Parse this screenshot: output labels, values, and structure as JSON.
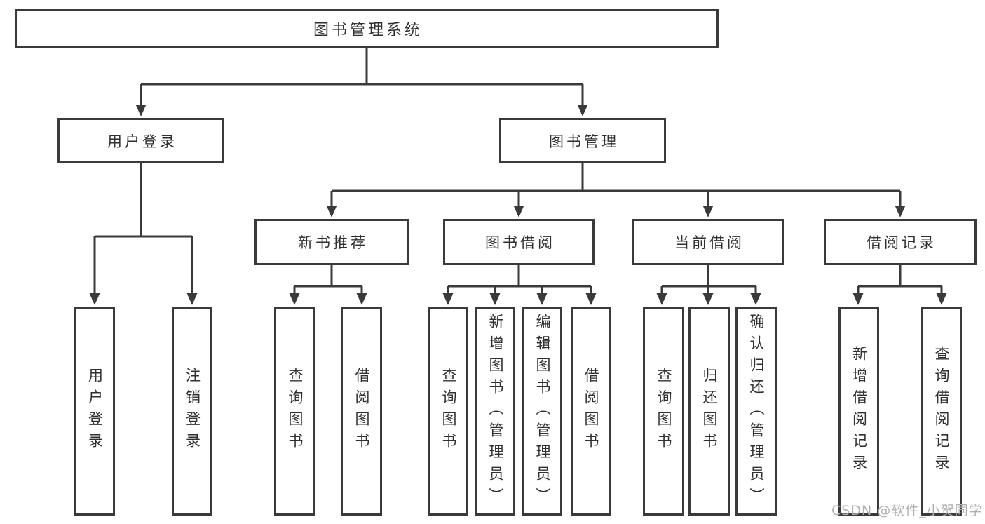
{
  "root": {
    "label": "图书管理系统",
    "children": [
      {
        "label": "用户登录",
        "children": [
          {
            "label": "用户登录"
          },
          {
            "label": "注销登录"
          }
        ]
      },
      {
        "label": "图书管理",
        "children": [
          {
            "label": "新书推荐",
            "children": [
              {
                "label": "查询图书"
              },
              {
                "label": "借阅图书"
              }
            ]
          },
          {
            "label": "图书借阅",
            "children": [
              {
                "label": "查询图书"
              },
              {
                "label": "新增图书（管理员）"
              },
              {
                "label": "编辑图书（管理员）"
              },
              {
                "label": "借阅图书"
              }
            ]
          },
          {
            "label": "当前借阅",
            "children": [
              {
                "label": "查询图书"
              },
              {
                "label": "归还图书"
              },
              {
                "label": "确认归还（管理员）"
              }
            ]
          },
          {
            "label": "借阅记录",
            "children": [
              {
                "label": "新增借阅记录"
              },
              {
                "label": "查询借阅记录"
              }
            ]
          }
        ]
      }
    ]
  },
  "watermark": "CSDN @软件_小贺同学",
  "colors": {
    "line": "#3a3a3a",
    "text": "#303030",
    "watermark": "#b1b1b1",
    "background": "#ffffff"
  }
}
